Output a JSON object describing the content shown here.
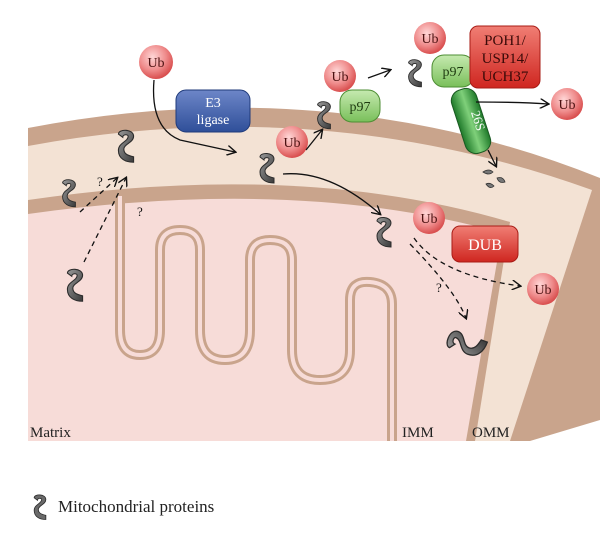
{
  "labels": {
    "ub": "Ub",
    "e3_line1": "E3",
    "e3_line2": "ligase",
    "p97": "p97",
    "poh_line1": "POH1/",
    "poh_line2": "USP14/",
    "poh_line3": "UCH37",
    "proteasome": "26S",
    "dub": "DUB",
    "question": "?",
    "matrix": "Matrix",
    "imm": "IMM",
    "omm": "OMM"
  },
  "legend": {
    "text": "Mitochondrial proteins"
  },
  "colors": {
    "ub_fill": "#e86a6a",
    "e3_fill": "#3f5fa8",
    "p97_fill": "#8fca72",
    "red_box": "#e23a32",
    "proteasome": "#2e9a3a",
    "protein": "#555555",
    "membrane": "#c9a48c",
    "intermembrane": "#f3e2d4",
    "matrix": "#f7dcd8"
  },
  "icons": [
    "protein-icon",
    "ubiquitin-icon",
    "arrow-icon"
  ]
}
